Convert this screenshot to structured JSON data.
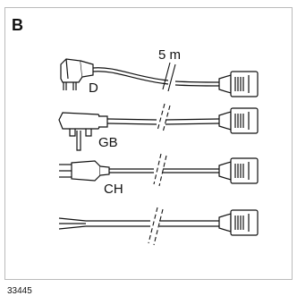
{
  "figure": {
    "panel_label": "B",
    "length_label": "5 m",
    "figure_number": "33445",
    "line_color": "#111111",
    "frame_color": "#bbbbbb",
    "cables": [
      {
        "plug_label": "D",
        "plug_icon": "schuko-angled-plug-icon"
      },
      {
        "plug_label": "GB",
        "plug_icon": "uk-plug-icon"
      },
      {
        "plug_label": "CH",
        "plug_icon": "swiss-plug-icon"
      },
      {
        "plug_label": "",
        "plug_icon": "bare-wire-ends-icon"
      }
    ],
    "connector_icon": "appliance-connector-icon"
  }
}
